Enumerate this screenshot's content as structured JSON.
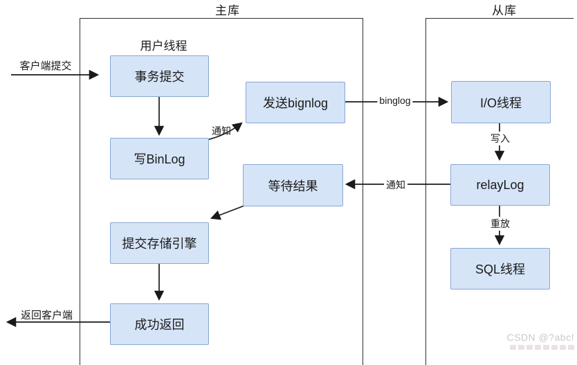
{
  "colors": {
    "box_fill": "#d6e4f7",
    "box_border": "#89a6d6",
    "line": "#1a1a1a",
    "container_border": "#2d2d2d",
    "watermark": "#c9c9c9"
  },
  "containers": {
    "master": {
      "title": "主库"
    },
    "slave": {
      "title": "从库"
    }
  },
  "labels": {
    "user_thread": "用户线程"
  },
  "nodes": {
    "transaction_commit": "事务提交",
    "write_binlog": "写BinLog",
    "send_binlog": "发送bignlog",
    "wait_result": "等待结果",
    "commit_storage_engine": "提交存储引擎",
    "success_return": "成功返回",
    "io_thread": "I/O线程",
    "relay_log": "relayLog",
    "sql_thread": "SQL线程"
  },
  "edges": {
    "client_submit": "客户端提交",
    "notify_send": "通知",
    "binglog": "binglog",
    "write_in": "写入",
    "notify_wait": "通知",
    "replay": "重放",
    "return_client": "返回客户端"
  },
  "watermark": {
    "line1": "CSDN @?abc!"
  }
}
